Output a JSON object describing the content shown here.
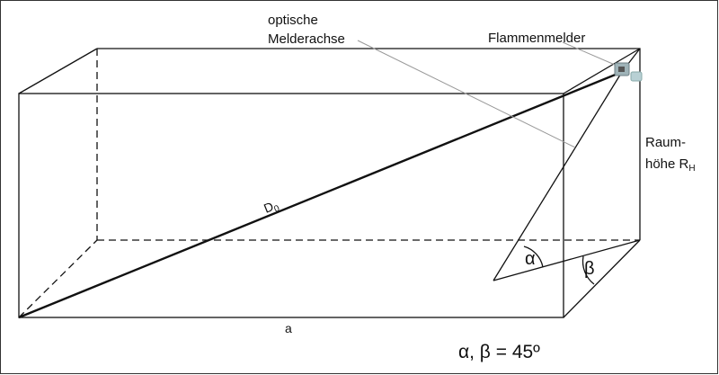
{
  "labels": {
    "optische": "optische",
    "melderachse": "Melderachse",
    "flammenmelder": "Flammenmelder",
    "raum": "Raum-",
    "hoehe": "höhe R",
    "hoehe_sub": "H",
    "d0": "D",
    "d0_sub": "0",
    "a": "a",
    "alpha": "α",
    "beta": "β",
    "formula": "α, β = 45º"
  }
}
